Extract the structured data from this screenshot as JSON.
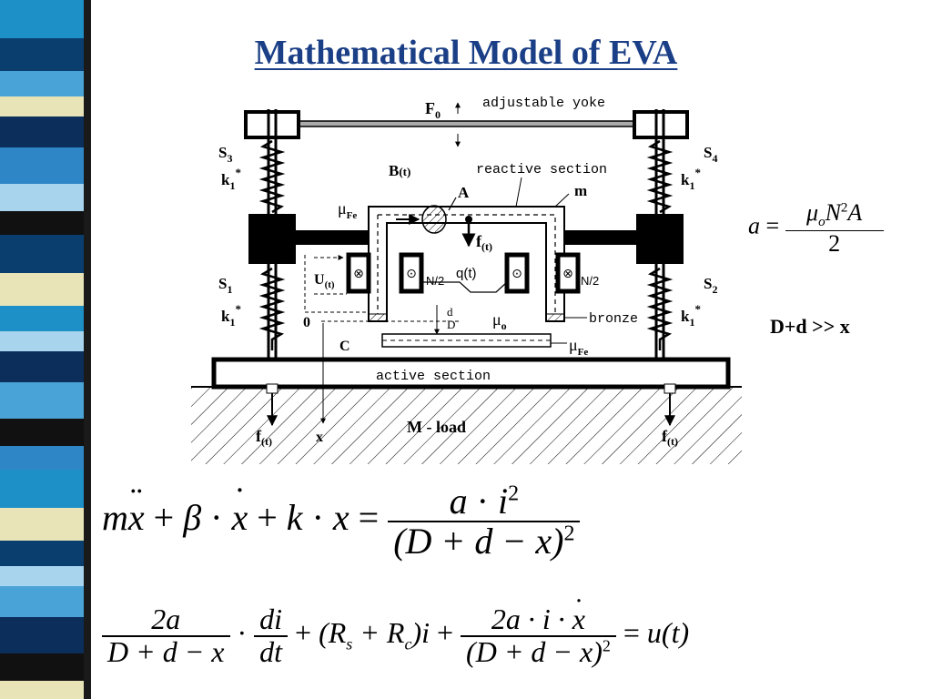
{
  "slide": {
    "title": "Mathematical Model of EVA",
    "condition": "D+d >> x"
  },
  "colors": {
    "title": "#1b3f86",
    "strips": [
      "#1e90c8",
      "#0a3e6e",
      "#4aa3d6",
      "#e8e4b8",
      "#0b2e5a",
      "#2f86c6",
      "#a9d4ee",
      "#111111"
    ]
  },
  "diagram": {
    "labels": {
      "f0": "F",
      "f0_sub": "0",
      "yoke": "adjustable yoke",
      "s3": "S",
      "s3_sub": "3",
      "s4": "S",
      "s4_sub": "4",
      "s1": "S",
      "s1_sub": "1",
      "s2": "S",
      "s2_sub": "2",
      "k1_star": "k",
      "k1_sub": "1",
      "k1_sup": "*",
      "b_t": "B",
      "b_t_sub": "(t)",
      "reactive": "reactive section",
      "a": "A",
      "m": "m",
      "mu_fe": "μ",
      "mu_fe_sub": "Fe",
      "f_t": "f",
      "f_t_sub": "(t)",
      "u_t": "U",
      "u_t_sub": "(t)",
      "n2": "N/2",
      "q_t": "q(t)",
      "zero": "0",
      "d": "d",
      "D": "D",
      "mu_o": "μ",
      "mu_o_sub": "o",
      "bronze": "bronze",
      "c": "C",
      "active": "active  section",
      "x": "x",
      "load": "M - load"
    }
  },
  "equations": {
    "a_def": {
      "lhs": "a",
      "eq": "=",
      "num_mu": "μ",
      "num_mu_sub": "o",
      "num_N": "N",
      "num_sup": "2",
      "num_A": "A",
      "den": "2"
    },
    "motion": {
      "m": "m",
      "x1": "x",
      "dd": "¨",
      "plus1": "+",
      "beta": "β",
      "dot1": "·",
      "x2": "x",
      "d1": "˙",
      "plus2": "+",
      "k": "k",
      "dot2": "·",
      "x3": "x",
      "eq": "=",
      "num_a": "a",
      "num_dot": "·",
      "num_i": "i",
      "num_sup": "2",
      "den": "(D + d − x)",
      "den_sup": "2"
    },
    "circuit": {
      "f1_num": "2a",
      "f1_den": "D + d − x",
      "dot": "·",
      "f2_num": "di",
      "f2_den": "dt",
      "plus1": "+",
      "rs": "(R",
      "rs_sub": "s",
      "plus_mid": " + R",
      "rc_sub": "c",
      "close": ")i",
      "plus2": "+",
      "f3_num_a": "2a · i · ",
      "f3_num_x": "x",
      "f3_num_dot": "˙",
      "f3_den": "(D + d − x)",
      "f3_den_sup": "2",
      "eq": "=",
      "rhs": "u(t)"
    }
  }
}
